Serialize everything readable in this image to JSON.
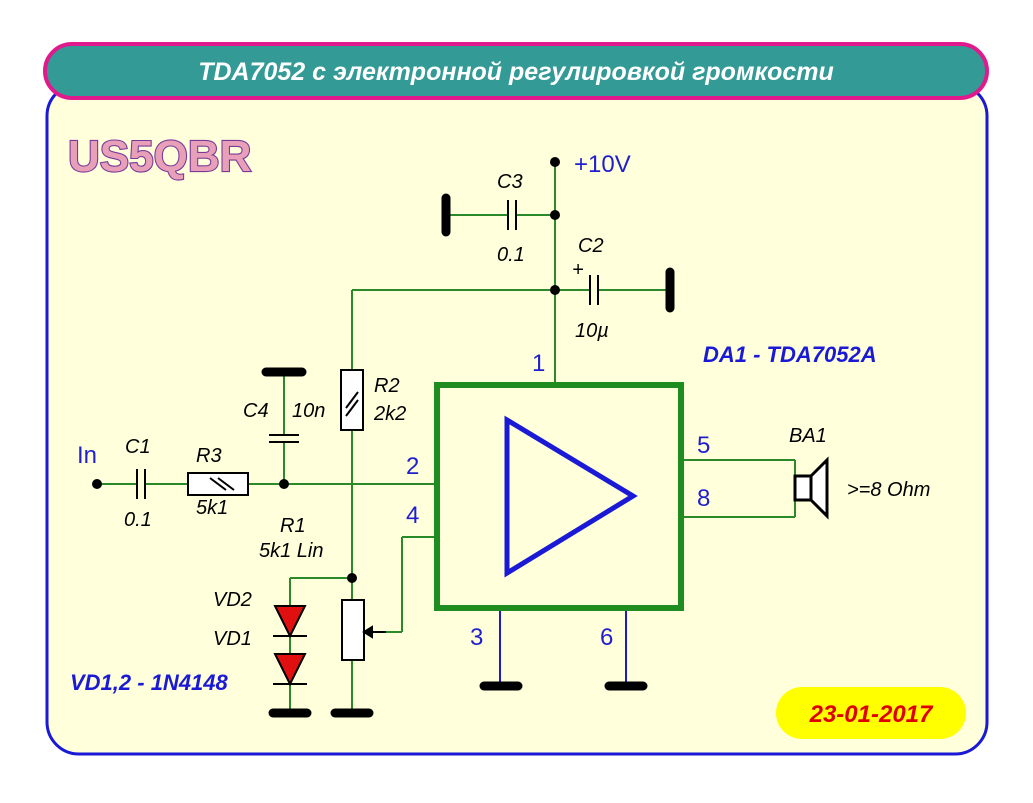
{
  "title": "TDA7052 с электронной регулировкой громкости",
  "callsign": "US5QBR",
  "date": "23-01-2017",
  "chip_label": "DA1 - TDA7052A",
  "diode_note": "VD1,2 - 1N4148",
  "supply": "+10V",
  "input_label": "In",
  "speaker": {
    "ref": "BA1",
    "impedance": ">=8 Ohm"
  },
  "components": {
    "c1": {
      "ref": "C1",
      "value": "0.1"
    },
    "c2": {
      "ref": "C2",
      "value": "10µ",
      "polarity": "+"
    },
    "c3": {
      "ref": "C3",
      "value": "0.1"
    },
    "c4": {
      "ref": "C4",
      "value": "10n"
    },
    "r1": {
      "ref": "R1",
      "value": "5k1 Lin"
    },
    "r2": {
      "ref": "R2",
      "value": "2k2"
    },
    "r3": {
      "ref": "R3",
      "value": "5k1"
    },
    "vd1": {
      "ref": "VD1"
    },
    "vd2": {
      "ref": "VD2"
    }
  },
  "pins": {
    "p1": "1",
    "p2": "2",
    "p3": "3",
    "p4": "4",
    "p5": "5",
    "p6": "6",
    "p8": "8"
  },
  "colors": {
    "panel_bg": "#ffffdc",
    "panel_border": "#1a1ad6",
    "title_bg": "#339a96",
    "title_border": "#e01a8c",
    "wire": "#2a8a2a",
    "chip_outline": "#1e8c1e",
    "amp_triangle": "#1a1ad6",
    "diode_fill": "#e01010",
    "date_bg": "#ffff00"
  }
}
